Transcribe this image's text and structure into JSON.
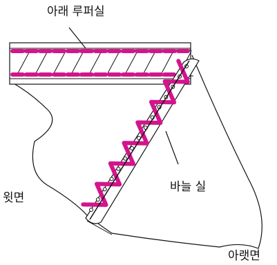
{
  "labels": {
    "lower_looper": "아래 루퍼실",
    "top_side": "윗면",
    "needle_thread": "바늘 실",
    "under_side": "아랫면"
  },
  "colors": {
    "thread": "#d4148c",
    "outline": "#111111",
    "background": "#ffffff"
  }
}
